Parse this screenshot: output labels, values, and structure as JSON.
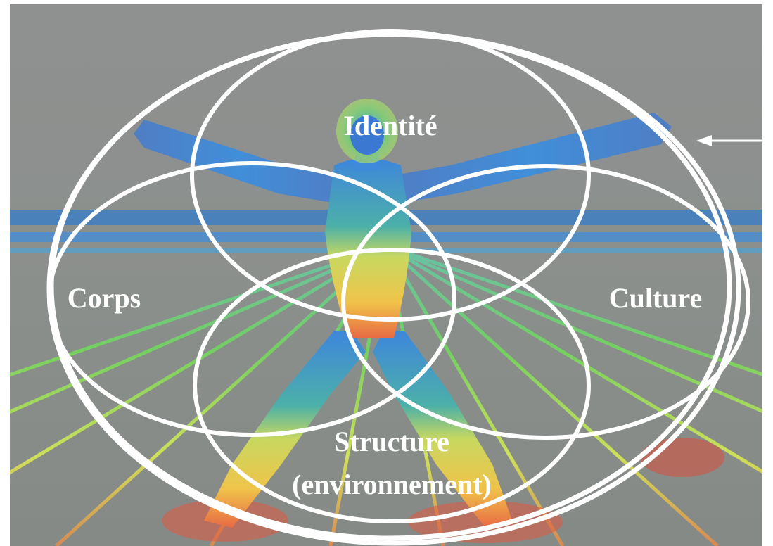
{
  "diagram": {
    "labels": {
      "identite": "Identité",
      "corps": "Corps",
      "culture": "Culture",
      "structure_line1": "Structure",
      "structure_line2": "(environnement)"
    },
    "colors": {
      "background_gray": "#8d8f8e",
      "outline": "#ffffff",
      "grid_green": "#6fd06a",
      "grid_yellow": "#d8e05a",
      "grid_red": "#e06a52",
      "figure_blue": "#3a7fd8",
      "horizon_blue": "#2f78c6"
    },
    "icons": [
      "vitruvian-figure-image",
      "perspective-grid-image",
      "arrow-left-icon"
    ]
  }
}
